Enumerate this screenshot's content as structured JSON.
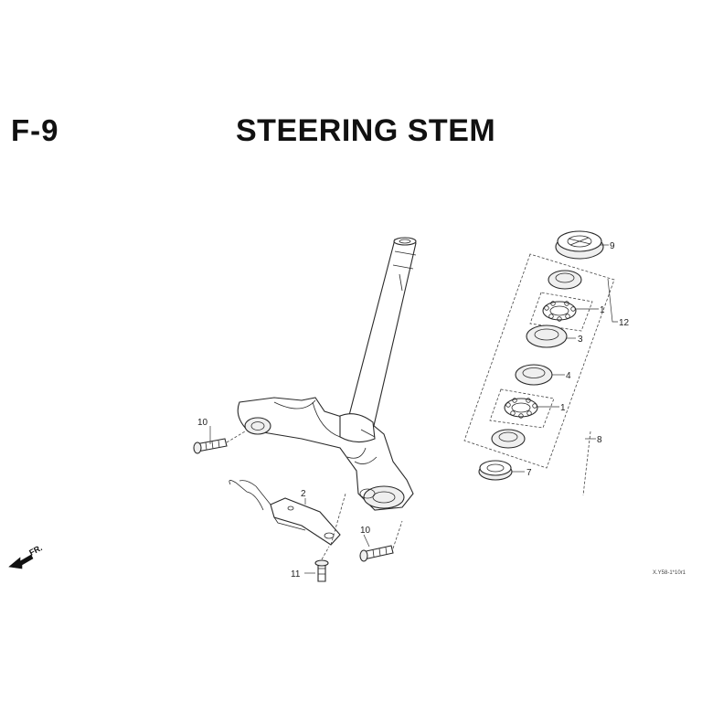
{
  "header": {
    "section_code": "F-9",
    "title": "STEERING STEM"
  },
  "callouts": {
    "c9": "9",
    "c1a": "1",
    "c12": "12",
    "c3": "3",
    "c4": "4",
    "c1b": "1",
    "c8": "8",
    "c7": "7",
    "c10a": "10",
    "c2": "2",
    "c10b": "10",
    "c11": "11"
  },
  "front_indicator": {
    "label": "FR."
  },
  "diagram_code": "X.Y58-1*10r1"
}
